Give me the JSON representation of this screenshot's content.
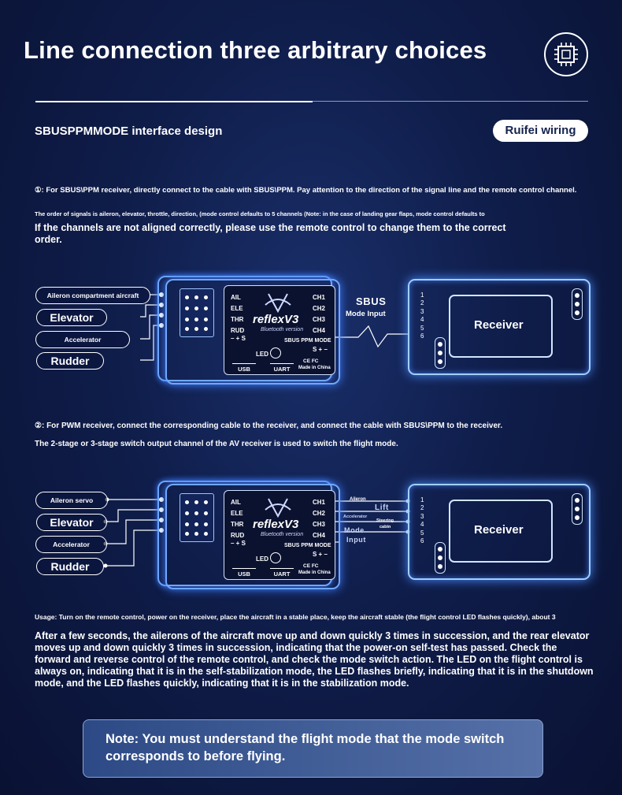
{
  "header": {
    "title": "Line connection three arbitrary choices",
    "chip_icon": "chip-icon",
    "subtitle": "SBUSPPMMODE interface design",
    "badge": "Ruifei wiring"
  },
  "section1": {
    "line1": "①: For SBUS\\PPM receiver, directly connect to the cable with SBUS\\PPM. Pay attention to the direction of the signal line and the remote control channel.",
    "line2": "The order of signals is aileron, elevator, throttle, direction, (mode control defaults to 5 channels (Note: in the case of landing gear flaps, mode control defaults to",
    "line3": "If the channels are not aligned correctly, please use the remote control to change them to the correct order."
  },
  "diagram1": {
    "labels": [
      "Aileron compartment aircraft",
      "Elevator",
      "Accelerator",
      "Rudder"
    ],
    "fc_channels_left": [
      "AIL",
      "ELE",
      "THR",
      "RUD",
      "– + S"
    ],
    "fc_channels_right": [
      "CH1",
      "CH2",
      "CH3",
      "CH4",
      "SBUS PPM MODE",
      "S + –"
    ],
    "brand": "reflexV3",
    "brand_sub": "Bluetooth version",
    "led": "LED",
    "ports": [
      "USB",
      "UART"
    ],
    "cert": "CE FC",
    "made": "Made in China",
    "link_title": "SBUS",
    "link_sub": "Mode Input",
    "receiver": "Receiver",
    "rx_numbers": [
      "1",
      "2",
      "3",
      "4",
      "5",
      "6"
    ]
  },
  "section2": {
    "line1": "②: For PWM receiver, connect the corresponding cable to the receiver, and connect the cable with SBUS\\PPM to the receiver.",
    "line2": "The 2-stage or 3-stage switch output channel of the AV receiver is used to switch the flight mode."
  },
  "diagram2": {
    "labels": [
      "Aileron servo",
      "Elevator",
      "Accelerator",
      "Rudder"
    ],
    "fc_channels_left": [
      "AIL",
      "ELE",
      "THR",
      "RUD",
      "– + S"
    ],
    "fc_channels_right": [
      "CH1",
      "CH2",
      "CH3",
      "CH4",
      "SBUS PPM MODE",
      "S + –"
    ],
    "brand": "reflexV3",
    "brand_sub": "Bluetooth version",
    "led": "LED",
    "ports": [
      "USB",
      "UART"
    ],
    "cert": "CE FC",
    "made": "Made in China",
    "wire_labels": [
      "Aileron",
      "Lift",
      "Accelerator",
      "Steering",
      "cabin",
      "Mode",
      "Input"
    ],
    "receiver": "Receiver",
    "rx_numbers": [
      "1",
      "2",
      "3",
      "4",
      "5",
      "6"
    ]
  },
  "usage": {
    "line1": "Usage: Turn on the remote control, power on the receiver, place the aircraft in a stable place, keep the aircraft stable (the flight control LED flashes quickly), about 3",
    "line2": "After a few seconds, the ailerons of the aircraft move up and down quickly 3 times in succession, and the rear elevator moves up and down quickly 3 times in succession, indicating that the power-on self-test has passed. Check the forward and reverse control of the remote control, and check the mode switch action. The LED on the flight control is always on, indicating that it is in the self-stabilization mode, the LED flashes briefly, indicating that it is in the shutdown mode, and the LED flashes quickly, indicating that it is in the stabilization mode."
  },
  "note": {
    "text": "Note: You must understand the flight mode that the mode switch corresponds to before flying."
  }
}
